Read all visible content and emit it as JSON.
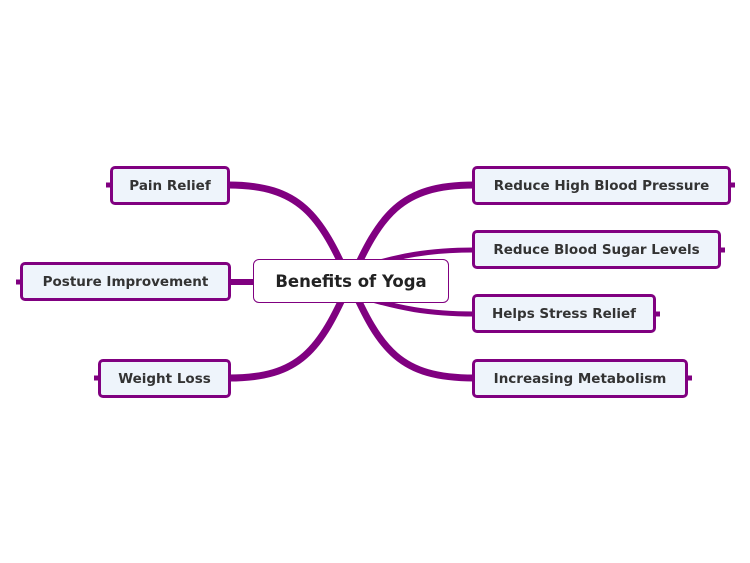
{
  "mindmap": {
    "central": {
      "label": "Benefits of Yoga"
    },
    "left_topics": [
      {
        "label": "Pain Relief"
      },
      {
        "label": "Posture Improvement"
      },
      {
        "label": "Weight Loss"
      }
    ],
    "right_topics": [
      {
        "label": "Reduce High Blood Pressure"
      },
      {
        "label": "Reduce Blood Sugar Levels"
      },
      {
        "label": "Helps Stress Relief"
      },
      {
        "label": "Increasing Metabolism"
      }
    ]
  },
  "colors": {
    "branch": "#800080",
    "topic_fill": "#eef4fb",
    "central_fill": "#ffffff",
    "text": "#333333"
  }
}
